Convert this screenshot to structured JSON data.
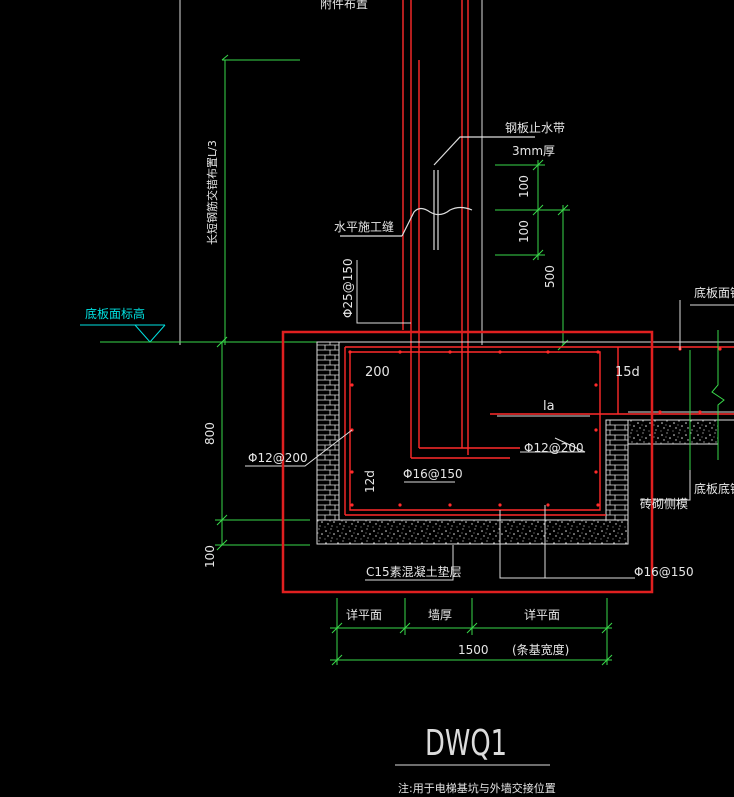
{
  "labels": {
    "top_cut": "附件布置",
    "long_bar": "长短钢筋交错布置L/3",
    "steel_waterstop": "钢板止水带",
    "steel_thickness": "3mm厚",
    "dim_100a": "100",
    "dim_100b": "100",
    "dim_500": "500",
    "horizontal_joint": "水平施工缝",
    "rebar_25": "Φ25@150",
    "floor_elev": "底板面标高",
    "floor_rebar": "底板面钢",
    "floor_bottom_rebar": "底板底钢",
    "dim_200": "200",
    "dim_15d": "15d",
    "dim_la": "la",
    "rebar_12_left": "Φ12@200",
    "rebar_12_right": "Φ12@200",
    "rebar_16_top": "Φ16@150",
    "rebar_16_bottom": "Φ16@150",
    "dim_12d": "12d",
    "dim_800": "800",
    "dim_100c": "100",
    "brick_side": "砖砌侧模",
    "concrete_pad": "C15素混凝土垫层",
    "dim_detail_1": "详平面",
    "dim_wall": "墙厚",
    "dim_detail_2": "详平面",
    "dim_1500": "1500",
    "dim_width": "(条基宽度)",
    "title": "DWQ1",
    "note": "注:用于电梯基坑与外墙交接位置"
  },
  "colors": {
    "background": "#000000",
    "concrete": "#ffffff",
    "rebar": "#ff2a2a",
    "dimension": "#39d84a",
    "leader": "#ffffff",
    "highlight": "#e02020",
    "cyan_text": "#00e0e0"
  }
}
